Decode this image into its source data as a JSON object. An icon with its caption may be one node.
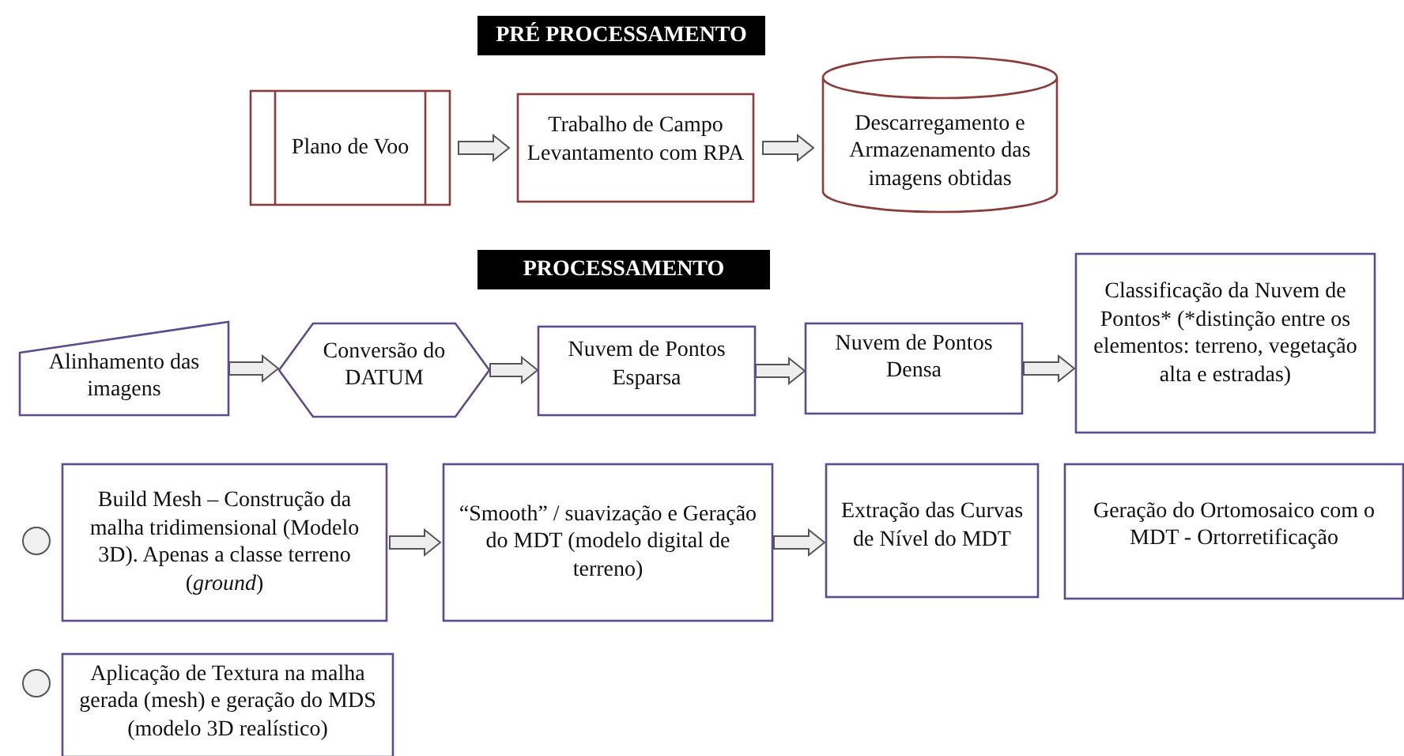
{
  "diagram": {
    "nodes": [
      {
        "text": [
          "PRÉ PROCESSAMENTO"
        ]
      },
      {
        "text": [
          "Plano de Voo"
        ]
      },
      {
        "text": [
          "Trabalho de Campo Levantamento com RPA"
        ]
      },
      {
        "text": [
          "Descarregamento e Armazenamento das imagens obtidas"
        ]
      },
      {
        "text": [
          "PROCESSAMENTO"
        ]
      },
      {
        "text": [
          "Alinhamento das imagens"
        ]
      },
      {
        "text": [
          "Conversão do DATUM"
        ]
      },
      {
        "text": [
          "Nuvem de Pontos Esparsa"
        ]
      },
      {
        "text": [
          "Nuvem de Pontos Densa"
        ]
      },
      {
        "text": [
          "Classificação da Nuvem de Pontos* (*distinção entre os elementos: terreno, vegetação alta e estradas)"
        ]
      },
      {
        "text": [],
        "shape": "circle"
      },
      {
        "text": [
          "Build Mesh – Construção da malha tridimensional (Modelo 3D). Apenas a classe terreno (*ground*)"
        ]
      },
      {
        "text": [
          "“Smooth” / suavização e Geração do MDT (modelo digital de terreno)"
        ]
      },
      {
        "text": [
          "Extração das Curvas de Nível do MDT"
        ]
      },
      {
        "text": [
          "Geração do Ortomosaico com o MDT - Ortorretificação"
        ]
      },
      {
        "text": [],
        "shape": "circle"
      },
      {
        "text": [
          "Aplicação de Textura na malha gerada (mesh) e geração do MDS (modelo 3D realístico)"
        ]
      }
    ],
    "edges": [
      {
        "from": 1,
        "to": 2,
        "arrow": "to"
      },
      {
        "from": 2,
        "to": 3,
        "arrow": "to"
      },
      {
        "from": 5,
        "to": 6,
        "arrow": "to"
      },
      {
        "from": 6,
        "to": 7,
        "arrow": "to"
      },
      {
        "from": 7,
        "to": 8,
        "arrow": "to"
      },
      {
        "from": 8,
        "to": 9,
        "arrow": "to"
      },
      {
        "from": 11,
        "to": 12,
        "arrow": "to"
      },
      {
        "from": 12,
        "to": 13,
        "arrow": "to"
      }
    ]
  }
}
